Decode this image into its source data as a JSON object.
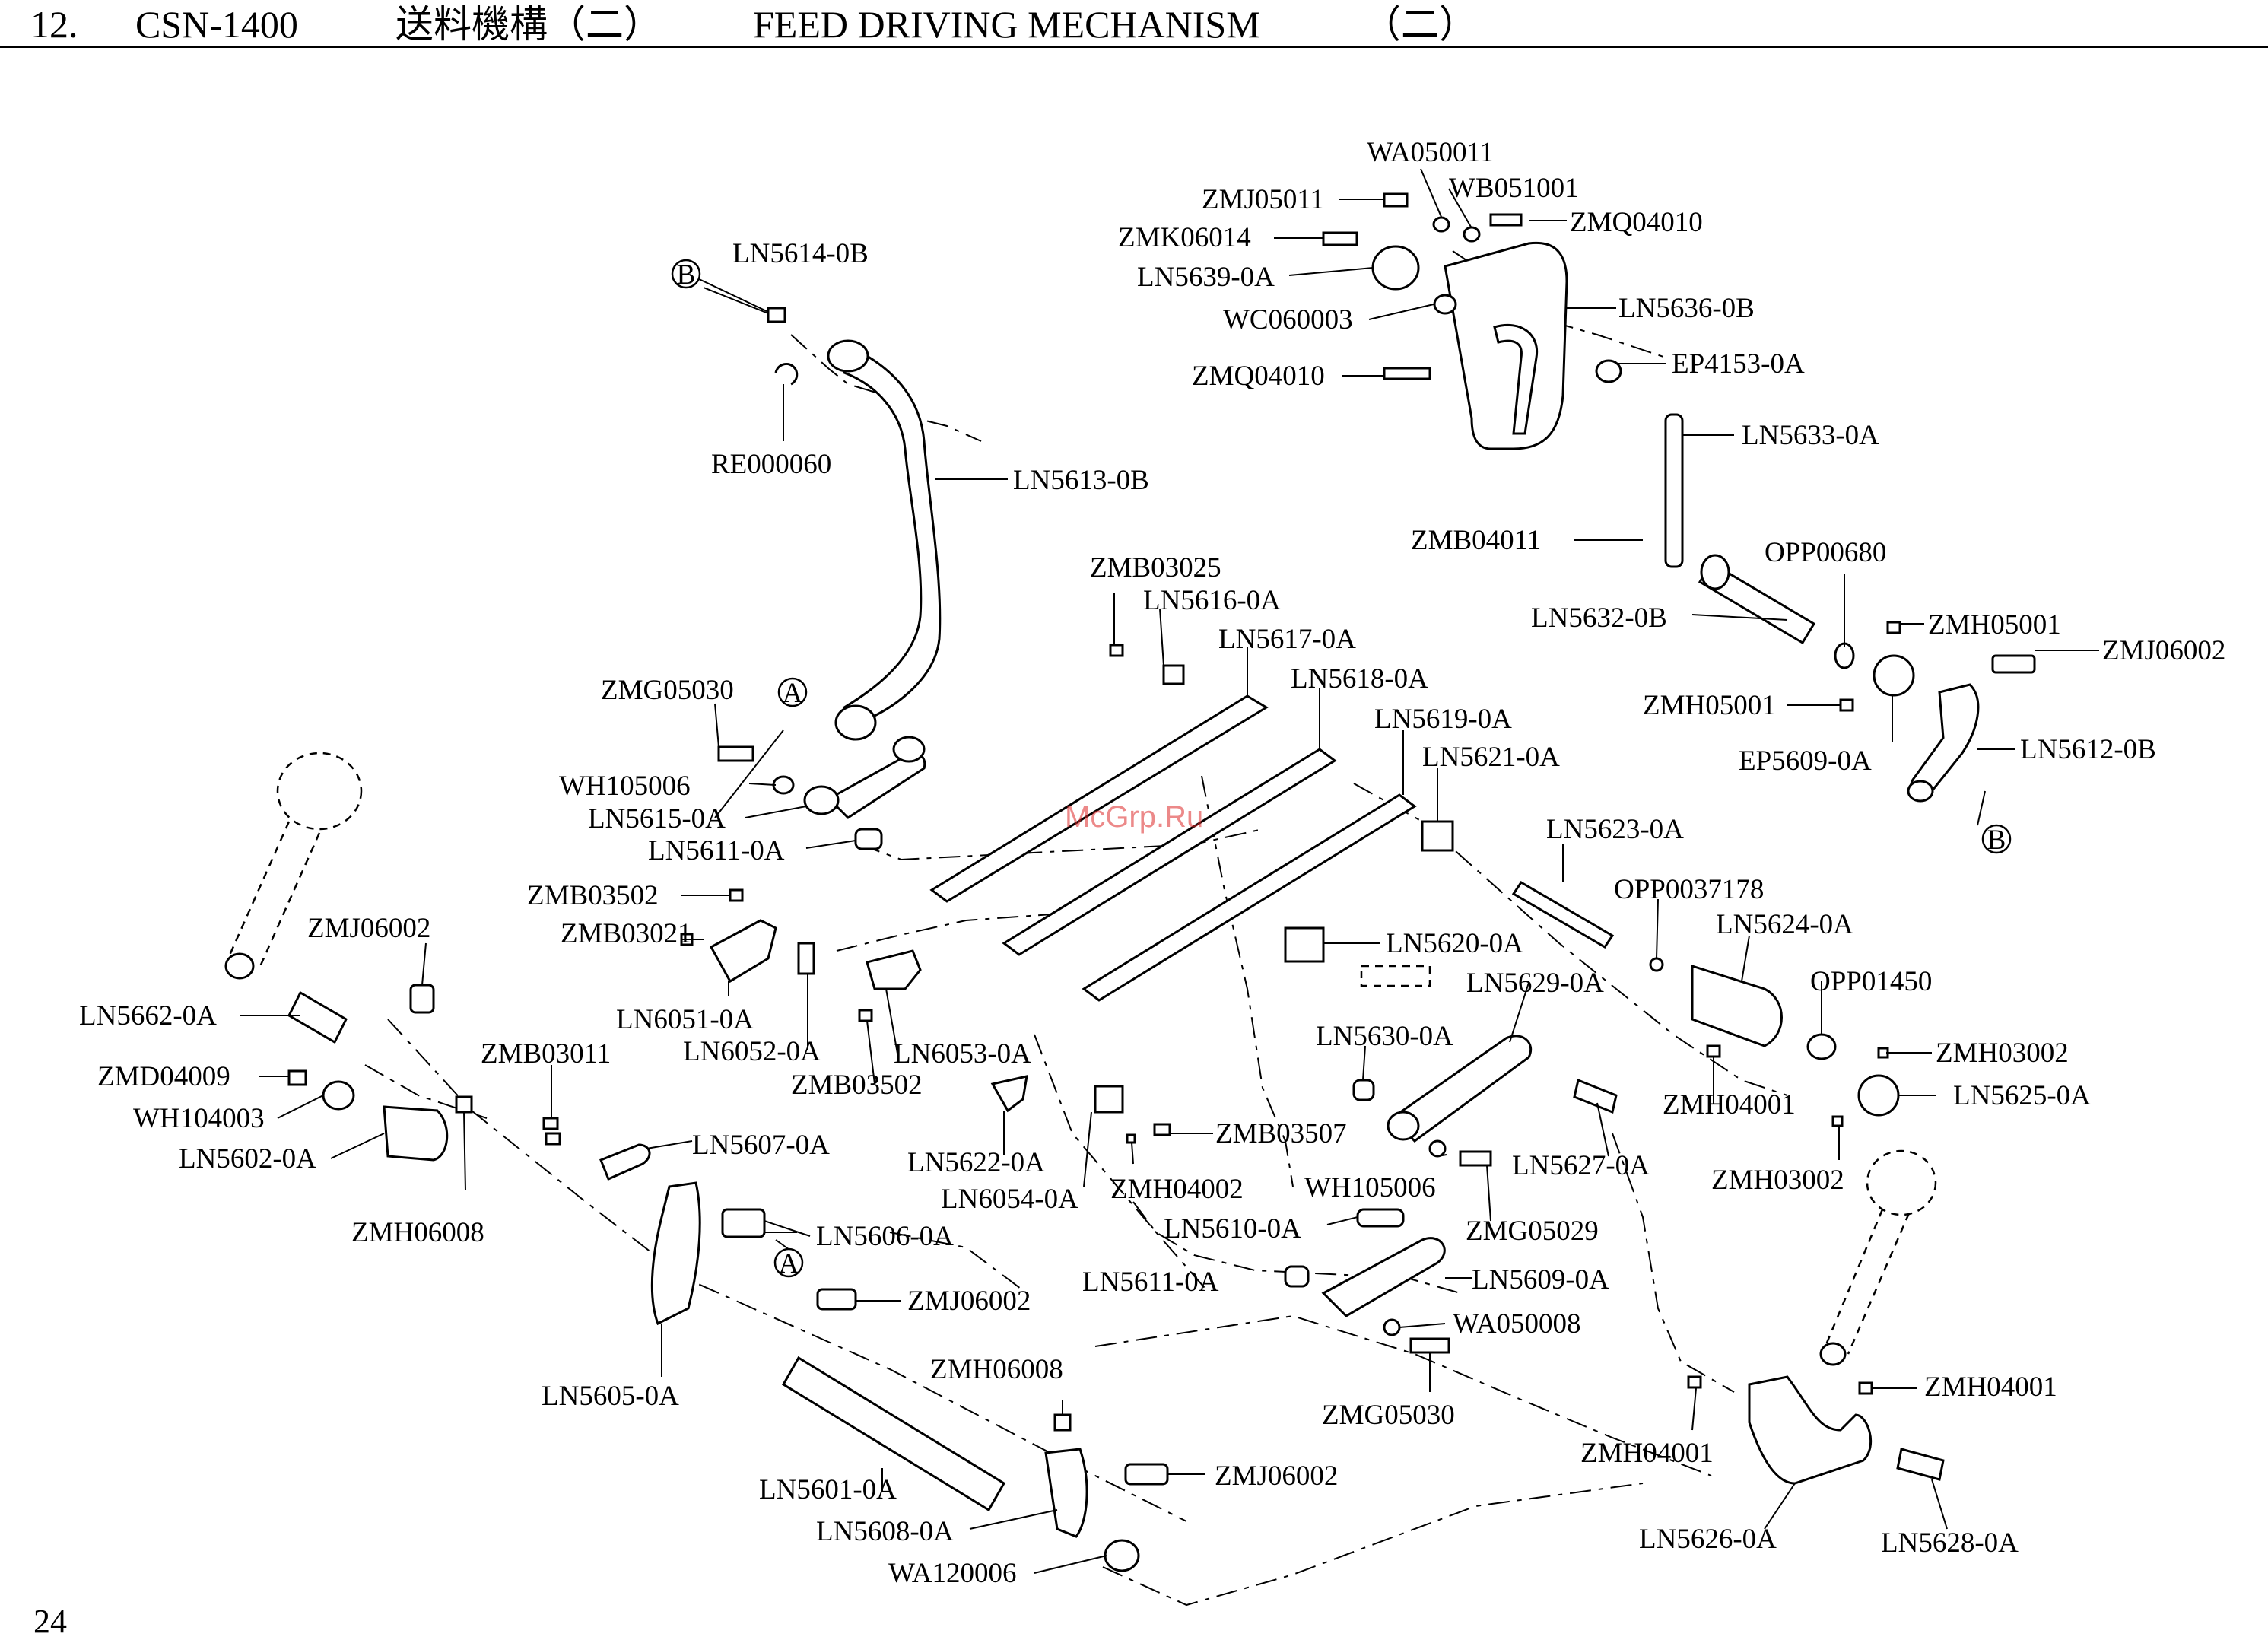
{
  "header": {
    "section_no": "12.",
    "model": "CSN-1400",
    "title_cn": "送料機構（二）",
    "title_en": "FEED DRIVING MECHANISM",
    "title_suffix": "（二）"
  },
  "page_number": "24",
  "watermark": "McGrp.Ru",
  "markers": {
    "a": "A",
    "b": "B"
  },
  "parts": {
    "p01": "WA050011",
    "p02": "WB051001",
    "p03": "ZMJ05011",
    "p04": "ZMQ04010",
    "p05": "ZMK06014",
    "p06": "LN5639-0A",
    "p07": "LN5636-0B",
    "p08": "WC060003",
    "p09": "EP4153-0A",
    "p10": "ZMQ04010",
    "p11": "LN5633-0A",
    "p12": "LN5614-0B",
    "p13": "RE000060",
    "p14": "LN5613-0B",
    "p15": "ZMB04011",
    "p16": "OPP00680",
    "p17": "ZMB03025",
    "p18": "LN5616-0A",
    "p19": "LN5632-0B",
    "p20": "ZMH05001",
    "p21": "LN5617-0A",
    "p22": "ZMJ06002",
    "p23": "LN5618-0A",
    "p24": "ZMG05030",
    "p25": "ZMH05001",
    "p26": "LN5619-0A",
    "p27": "LN5612-0B",
    "p28": "EP5609-0A",
    "p29": "LN5621-0A",
    "p30": "WH105006",
    "p31": "LN5615-0A",
    "p32": "LN5611-0A",
    "p33": "LN5623-0A",
    "p34": "OPP0037178",
    "p35": "ZMB03502",
    "p36": "LN5624-0A",
    "p37": "ZMB03021",
    "p38": "ZMJ06002",
    "p39": "LN5620-0A",
    "p40": "LN5629-0A",
    "p41": "OPP01450",
    "p42": "LN5662-0A",
    "p43": "LN6051-0A",
    "p44": "LN5630-0A",
    "p45": "LN6052-0A",
    "p46": "ZMB03011",
    "p47": "LN6053-0A",
    "p48": "ZMH03002",
    "p49": "ZMD04009",
    "p50": "ZMB03502",
    "p51": "LN5625-0A",
    "p52": "ZMH04001",
    "p53": "WH104003",
    "p54": "ZMB03507",
    "p55": "LN5607-0A",
    "p56": "LN5602-0A",
    "p57": "LN5622-0A",
    "p58": "LN5627-0A",
    "p59": "ZMH03002",
    "p60": "LN6054-0A",
    "p61": "ZMH04002",
    "p62": "WH105006",
    "p63": "ZMH06008",
    "p64": "LN5606-0A",
    "p65": "ZMG05029",
    "p66": "LN5610-0A",
    "p67": "LN5611-0A",
    "p68": "LN5609-0A",
    "p69": "ZMJ06002",
    "p70": "WA050008",
    "p71": "LN5605-0A",
    "p72": "ZMH06008",
    "p73": "ZMH04001",
    "p74": "ZMG05030",
    "p75": "ZMH04001",
    "p76": "ZMJ06002",
    "p77": "LN5601-0A",
    "p78": "LN5608-0A",
    "p79": "LN5626-0A",
    "p80": "LN5628-0A",
    "p81": "WA120006"
  }
}
